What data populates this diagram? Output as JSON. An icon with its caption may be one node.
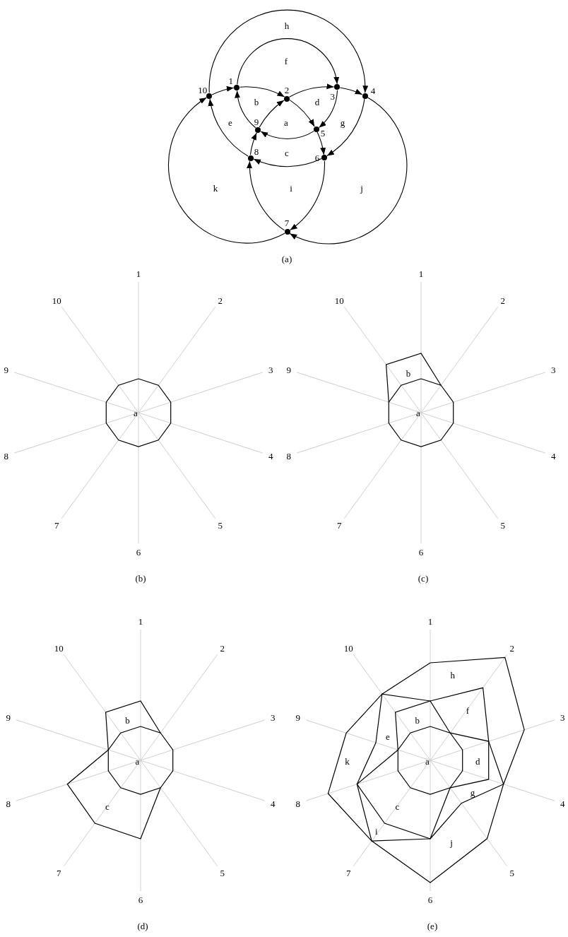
{
  "diagram": {
    "nodes": [
      {
        "text": [],
        "shape": "circle",
        "beside": [
          "1"
        ]
      },
      {
        "text": [],
        "shape": "circle",
        "beside": [
          "2"
        ]
      },
      {
        "text": [],
        "shape": "circle",
        "beside": [
          "3"
        ]
      },
      {
        "text": [],
        "shape": "circle",
        "beside": [
          "4"
        ]
      },
      {
        "text": [],
        "shape": "circle",
        "beside": [
          "5"
        ]
      },
      {
        "text": [],
        "shape": "circle",
        "beside": [
          "6"
        ]
      },
      {
        "text": [],
        "shape": "circle",
        "beside": [
          "7"
        ]
      },
      {
        "text": [],
        "shape": "circle",
        "beside": [
          "8"
        ]
      },
      {
        "text": [],
        "shape": "circle",
        "beside": [
          "9"
        ]
      },
      {
        "text": [],
        "shape": "circle",
        "beside": [
          "10"
        ]
      }
    ],
    "edges": [
      {
        "from": 9,
        "to": 0,
        "arrow": "to"
      },
      {
        "from": 0,
        "to": 1,
        "arrow": "to"
      },
      {
        "from": 1,
        "to": 4,
        "arrow": "to"
      },
      {
        "from": 4,
        "to": 5,
        "arrow": "to"
      },
      {
        "from": 5,
        "to": 6,
        "arrow": "to"
      },
      {
        "from": 6,
        "to": 9,
        "arrow": "to"
      },
      {
        "from": 6,
        "to": 7,
        "arrow": "to"
      },
      {
        "from": 7,
        "to": 8,
        "arrow": "to"
      },
      {
        "from": 8,
        "to": 1,
        "arrow": "to"
      },
      {
        "from": 1,
        "to": 2,
        "arrow": "to"
      },
      {
        "from": 2,
        "to": 3,
        "arrow": "to"
      },
      {
        "from": 3,
        "to": 6,
        "arrow": "to"
      },
      {
        "from": 0,
        "to": 2,
        "arrow": "to"
      },
      {
        "from": 2,
        "to": 4,
        "arrow": "to"
      },
      {
        "from": 4,
        "to": 8,
        "arrow": "to"
      },
      {
        "from": 8,
        "to": 0,
        "arrow": "to"
      },
      {
        "from": 9,
        "to": 3,
        "arrow": "to"
      },
      {
        "from": 3,
        "to": 5,
        "arrow": "to"
      },
      {
        "from": 5,
        "to": 7,
        "arrow": "to"
      },
      {
        "from": 7,
        "to": 9,
        "arrow": "to"
      }
    ],
    "labels": [
      "h",
      "f",
      "b",
      "d",
      "e",
      "a",
      "g",
      "c",
      "k",
      "i",
      "j",
      "(a)",
      "1",
      "10",
      "2",
      "9",
      "3",
      "a",
      "8",
      "4",
      "7",
      "5",
      "6",
      "(b)",
      "1",
      "10",
      "2",
      "9",
      "b",
      "3",
      "a",
      "8",
      "4",
      "7",
      "5",
      "6",
      "(c)",
      "1",
      "10",
      "2",
      "9",
      "b",
      "3",
      "a",
      "8",
      "4",
      "c",
      "7",
      "5",
      "6",
      "(d)",
      "1",
      "10",
      "2",
      "h",
      "f",
      "9",
      "b",
      "3",
      "e",
      "k",
      "a",
      "d",
      "g",
      "8",
      "4",
      "c",
      "i",
      "j",
      "7",
      "5",
      "6",
      "(e)"
    ]
  }
}
